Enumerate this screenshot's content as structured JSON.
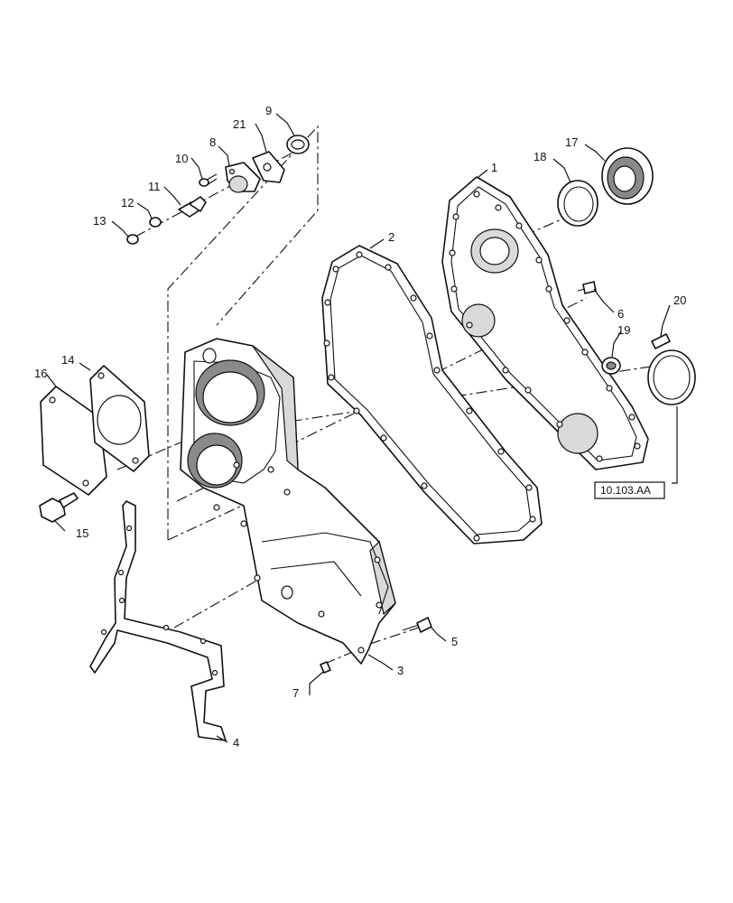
{
  "callouts": {
    "c1": "1",
    "c2": "2",
    "c3": "3",
    "c4": "4",
    "c5": "5",
    "c6": "6",
    "c7": "7",
    "c8": "8",
    "c9": "9",
    "c10": "10",
    "c11": "11",
    "c12": "12",
    "c13": "13",
    "c14": "14",
    "c15": "15",
    "c16": "16",
    "c17": "17",
    "c18": "18",
    "c19": "19",
    "c20": "20",
    "c21": "21"
  },
  "reference": {
    "label": "10.103.AA"
  },
  "colors": {
    "line": "#111111",
    "shade": "#d9d9d9",
    "dark": "#8a8a8a"
  }
}
